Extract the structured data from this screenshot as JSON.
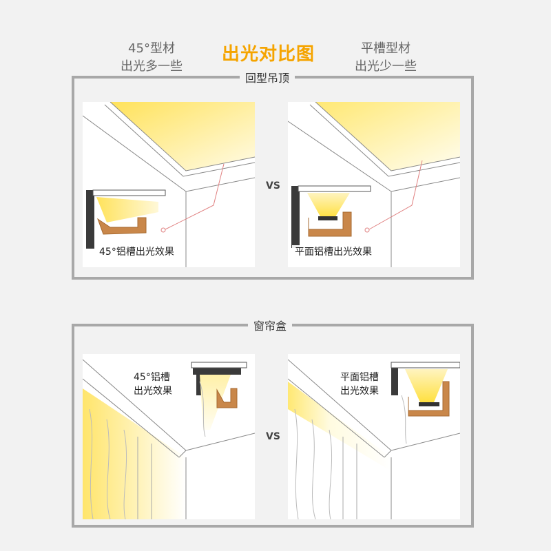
{
  "header": {
    "title": "出光对比图",
    "left_title": "45°型材",
    "left_sub": "出光多一些",
    "right_title": "平槽型材",
    "right_sub": "出光少一些"
  },
  "sections": [
    {
      "label": "回型吊顶",
      "vs": "VS",
      "left_caption": "45°铝槽出光效果",
      "right_caption": "平面铝槽出光效果"
    },
    {
      "label": "窗帘盒",
      "vs": "VS",
      "left_caption_line1": "45°铝槽",
      "left_caption_line2": "出光效果",
      "right_caption_line1": "平面铝槽",
      "right_caption_line2": "出光效果"
    }
  ],
  "colors": {
    "accent": "#f5a400",
    "light": "#ffe66b",
    "profile": "#c9874a",
    "wall_dark": "#3a3a3a",
    "frame": "#a8a8a8"
  }
}
